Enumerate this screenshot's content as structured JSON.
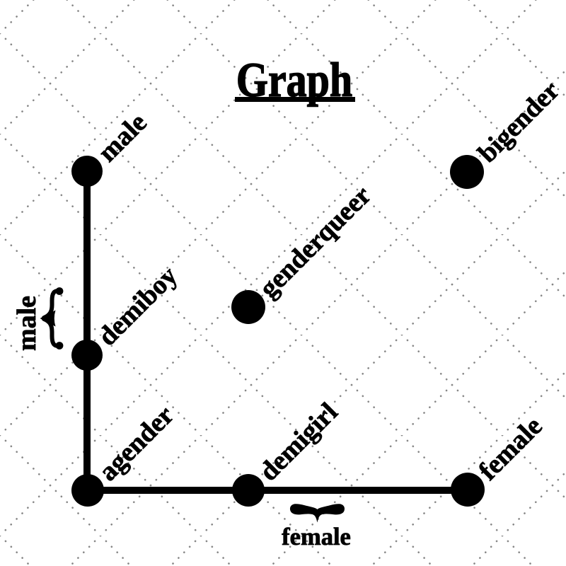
{
  "title": "Graph",
  "colors": {
    "ink": "#000000",
    "background": "#ffffff",
    "lattice_dots": "#878787"
  },
  "nodes": [
    {
      "id": "male",
      "label": "male"
    },
    {
      "id": "demiboy",
      "label": "demiboy"
    },
    {
      "id": "agender",
      "label": "agender"
    },
    {
      "id": "demigirl",
      "label": "demigirl"
    },
    {
      "id": "female",
      "label": "female"
    },
    {
      "id": "genderqueer",
      "label": "genderqueer"
    },
    {
      "id": "bigender",
      "label": "bigender"
    }
  ],
  "edges": [
    {
      "from": "male",
      "to": "demiboy"
    },
    {
      "from": "demiboy",
      "to": "agender"
    },
    {
      "from": "agender",
      "to": "demigirl"
    },
    {
      "from": "demigirl",
      "to": "female"
    }
  ],
  "annotations": {
    "left_brace": {
      "glyph": "{",
      "label": "male"
    },
    "bottom_brace": {
      "glyph": "{",
      "label": "female"
    }
  }
}
